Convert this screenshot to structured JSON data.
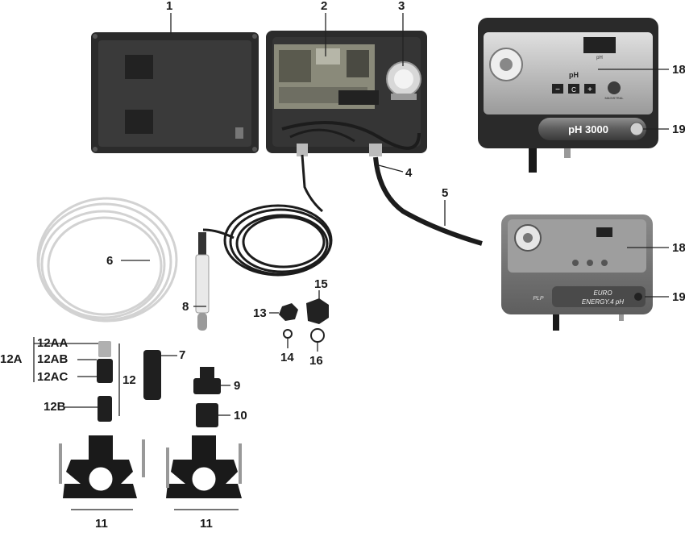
{
  "parts": {
    "p1": "1",
    "p2": "2",
    "p3": "3",
    "p4": "4",
    "p5": "5",
    "p6": "6",
    "p7": "7",
    "p8": "8",
    "p9": "9",
    "p10": "10",
    "p11a": "11",
    "p11b": "11",
    "p12": "12",
    "p12A": "12A",
    "p12AA": "12AA",
    "p12AB": "12AB",
    "p12AC": "12AC",
    "p12B": "12B",
    "p13": "13",
    "p14": "14",
    "p15": "15",
    "p16": "16",
    "p18a": "18",
    "p18b": "18",
    "p19a": "19",
    "p19b": "19"
  },
  "panel_top": {
    "display_unit": "pH",
    "minus": "−",
    "center_key": "C",
    "plus": "+",
    "brand": "MAGISTRAL",
    "model": "pH 3000"
  },
  "panel_bottom": {
    "brand": "PLP",
    "model_line1": "EURO",
    "model_line2": "ENERGY.4 pH"
  },
  "colors": {
    "housing": "#2b2b2b",
    "panel_silver": "#b9b9b9",
    "cable": "#1c1c1c",
    "tube": "#d8d8d8"
  }
}
